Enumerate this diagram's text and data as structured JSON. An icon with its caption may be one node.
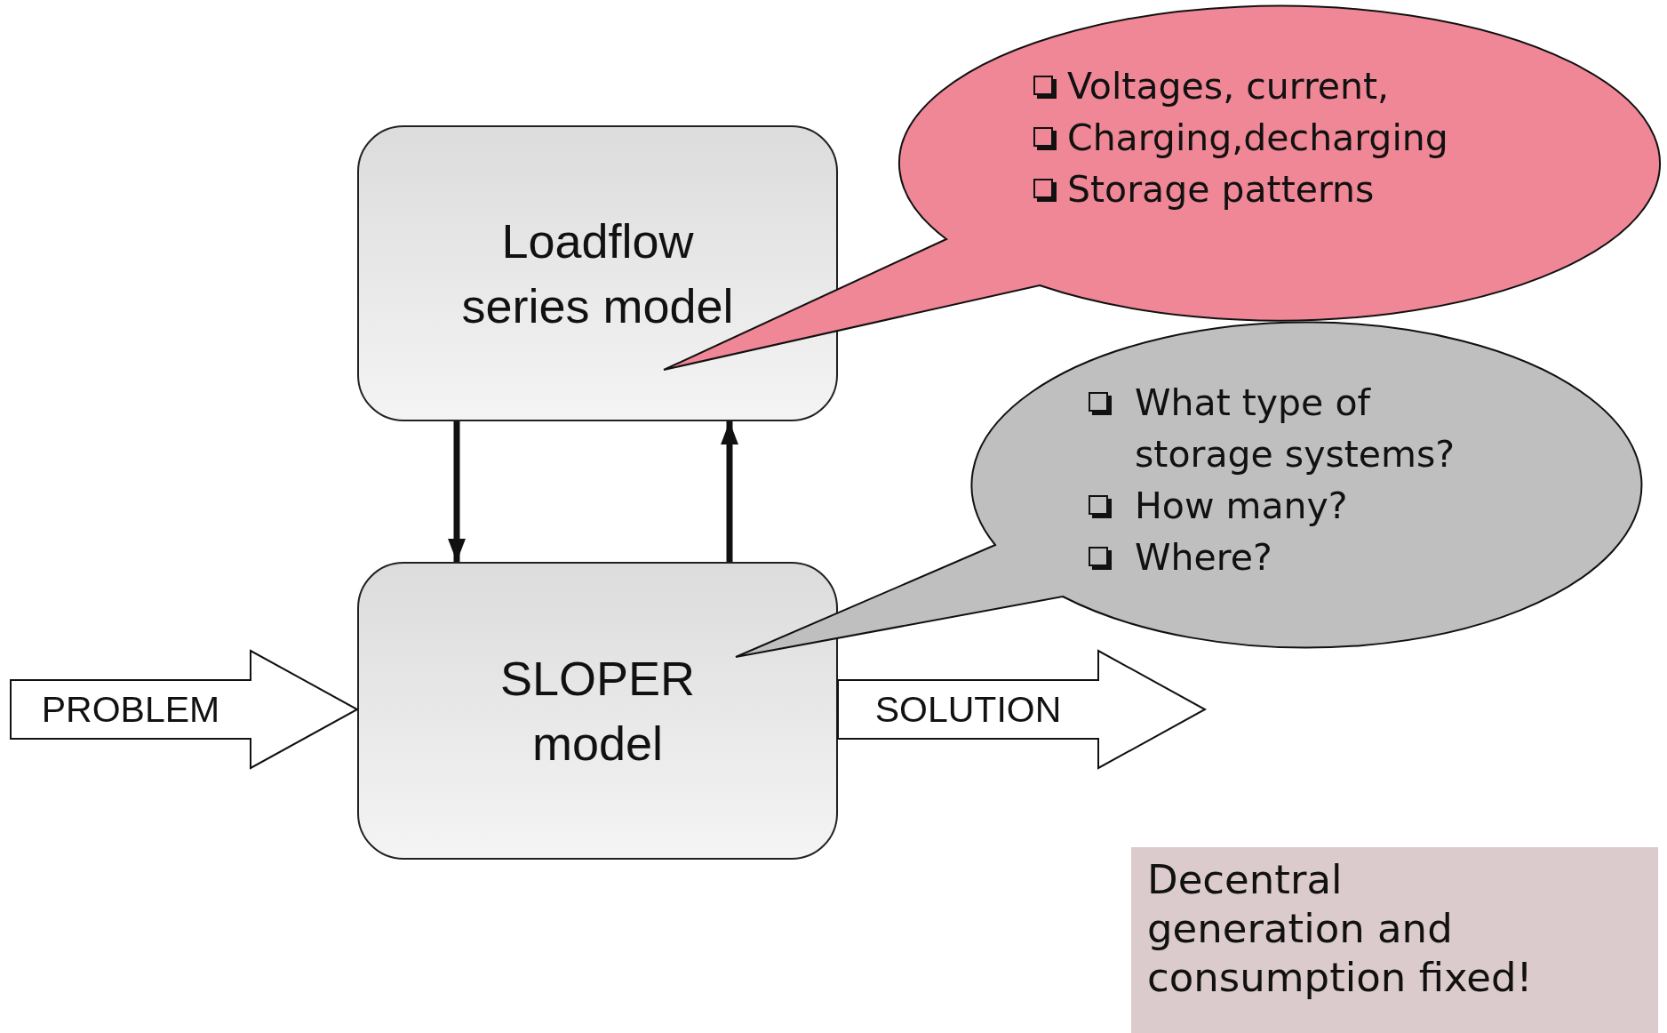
{
  "diagram": {
    "nodes": [
      {
        "text": [
          "Loadflow series model"
        ]
      },
      {
        "text": [
          "SLOPER model"
        ]
      },
      {
        "text": [
          "Voltages, current,",
          "Charging,decharging",
          "Storage patterns"
        ]
      },
      {
        "text": [
          "What type of storage systems?",
          "How many?",
          "Where?"
        ]
      },
      {
        "text": [
          "Decentral generation and consumption fixed!"
        ]
      }
    ],
    "edges": [
      {
        "from": 0,
        "to": 1,
        "arrow": "to"
      },
      {
        "from": 1,
        "to": 0,
        "arrow": "to"
      },
      {
        "from": null,
        "to": 1,
        "arrow": "to",
        "label": "PROBLEM"
      },
      {
        "from": 1,
        "to": null,
        "arrow": "to",
        "label": "SOLUTION"
      }
    ]
  }
}
